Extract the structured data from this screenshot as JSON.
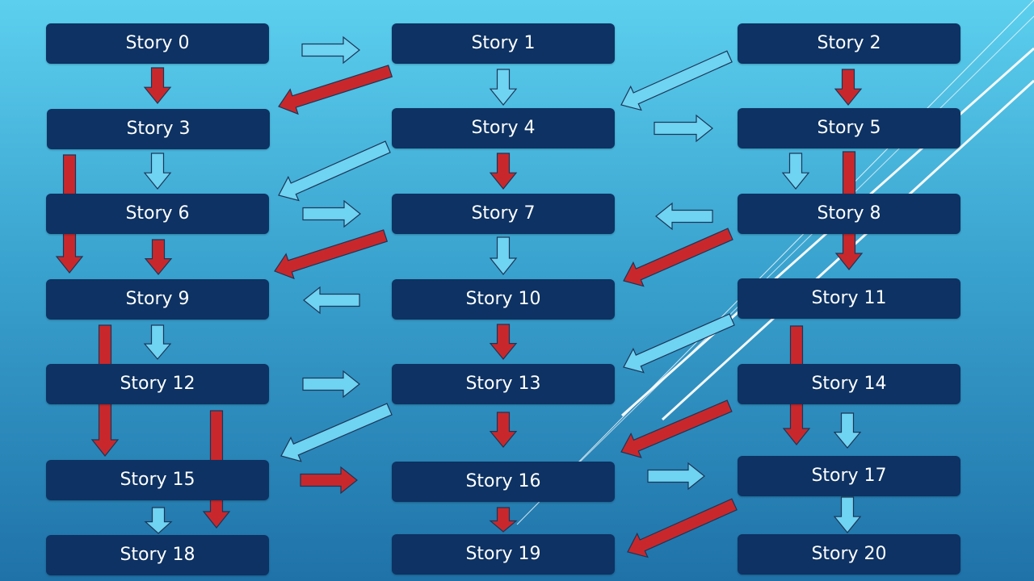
{
  "stories": [
    "Story 0",
    "Story 1",
    "Story 2",
    "Story 3",
    "Story 4",
    "Story 5",
    "Story 6",
    "Story 7",
    "Story 8",
    "Story 9",
    "Story 10",
    "Story 11",
    "Story 12",
    "Story 13",
    "Story 14",
    "Story 15",
    "Story 16",
    "Story 17",
    "Story 18",
    "Story 19",
    "Story 20"
  ],
  "colors": {
    "box_fill": "#0d3263",
    "box_text": "#ffffff",
    "arrow_light": "#6fd3f2",
    "arrow_red": "#c8282c",
    "arrow_outline": "#1d3557"
  },
  "edges": [
    {
      "from": 0,
      "to": 1,
      "color": "light"
    },
    {
      "from": 0,
      "to": 3,
      "color": "red"
    },
    {
      "from": 1,
      "to": 3,
      "color": "red"
    },
    {
      "from": 1,
      "to": 4,
      "color": "light"
    },
    {
      "from": 2,
      "to": 4,
      "color": "light"
    },
    {
      "from": 2,
      "to": 5,
      "color": "red"
    },
    {
      "from": 4,
      "to": 5,
      "color": "light"
    },
    {
      "from": 3,
      "to": 6,
      "color": "light"
    },
    {
      "from": 3,
      "to": 9,
      "color": "red"
    },
    {
      "from": 4,
      "to": 6,
      "color": "light"
    },
    {
      "from": 4,
      "to": 7,
      "color": "red"
    },
    {
      "from": 5,
      "to": 8,
      "color": "light"
    },
    {
      "from": 5,
      "to": 11,
      "color": "red"
    },
    {
      "from": 6,
      "to": 7,
      "color": "light"
    },
    {
      "from": 8,
      "to": 7,
      "color": "light"
    },
    {
      "from": 6,
      "to": 9,
      "color": "red"
    },
    {
      "from": 7,
      "to": 9,
      "color": "red"
    },
    {
      "from": 7,
      "to": 10,
      "color": "light"
    },
    {
      "from": 8,
      "to": 10,
      "color": "red"
    },
    {
      "from": 10,
      "to": 9,
      "color": "light"
    },
    {
      "from": 9,
      "to": 12,
      "color": "light"
    },
    {
      "from": 9,
      "to": 15,
      "color": "red"
    },
    {
      "from": 10,
      "to": 13,
      "color": "red"
    },
    {
      "from": 11,
      "to": 13,
      "color": "light"
    },
    {
      "from": 11,
      "to": 17,
      "color": "red"
    },
    {
      "from": 12,
      "to": 13,
      "color": "light"
    },
    {
      "from": 12,
      "to": 15,
      "color": "red"
    },
    {
      "from": 12,
      "to": 18,
      "color": "red"
    },
    {
      "from": 13,
      "to": 15,
      "color": "light"
    },
    {
      "from": 13,
      "to": 16,
      "color": "red"
    },
    {
      "from": 14,
      "to": 16,
      "color": "red"
    },
    {
      "from": 14,
      "to": 17,
      "color": "light"
    },
    {
      "from": 15,
      "to": 16,
      "color": "red"
    },
    {
      "from": 16,
      "to": 17,
      "color": "light"
    },
    {
      "from": 15,
      "to": 18,
      "color": "light"
    },
    {
      "from": 16,
      "to": 19,
      "color": "red"
    },
    {
      "from": 17,
      "to": 19,
      "color": "red"
    },
    {
      "from": 17,
      "to": 20,
      "color": "light"
    }
  ]
}
